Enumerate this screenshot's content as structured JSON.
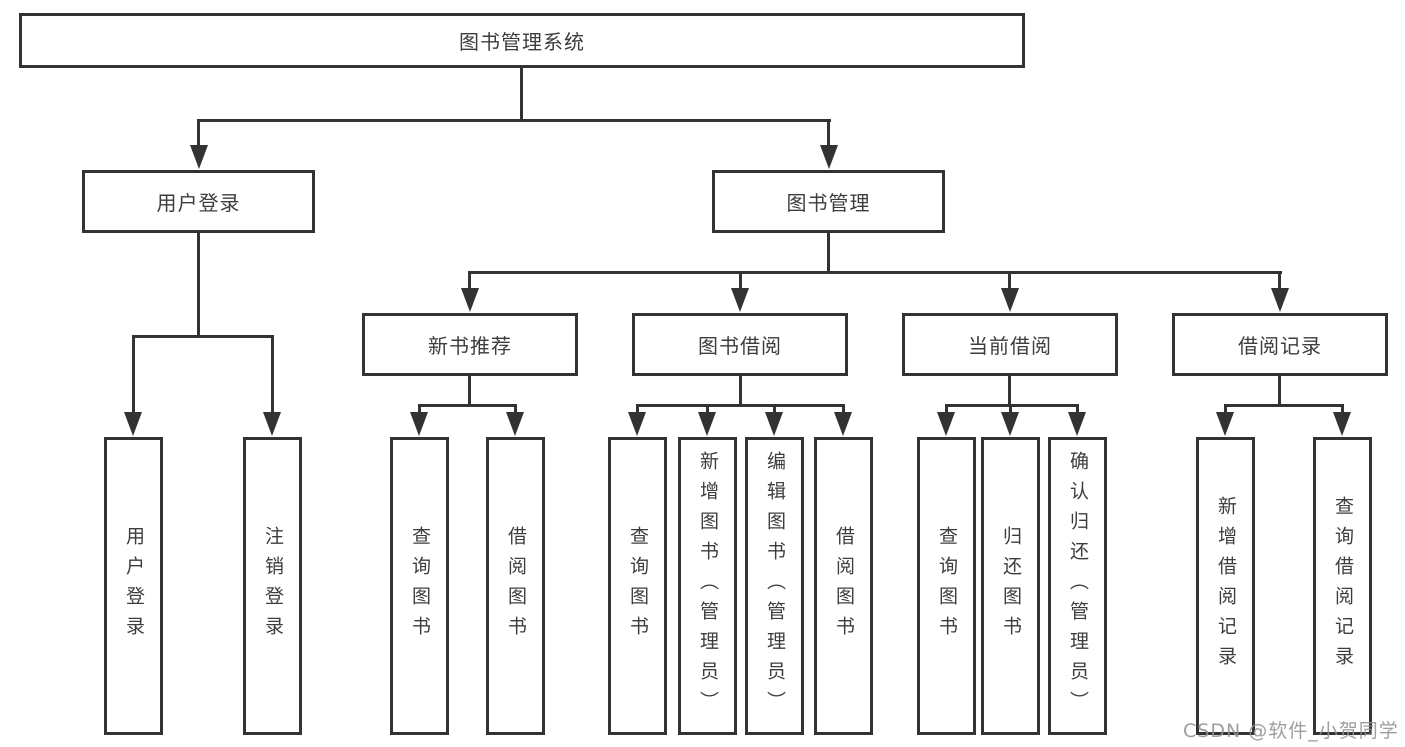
{
  "diagram_title": "图书管理系统",
  "watermark": "CSDN @软件_小贺同学",
  "colors": {
    "line": "#333333",
    "text": "#3d3d3d",
    "background": "#ffffff",
    "watermark": "#919191"
  },
  "tree": {
    "root": "图书管理系统",
    "level2": [
      {
        "label": "用户登录",
        "leaves": [
          "用户登录",
          "注销登录"
        ]
      },
      {
        "label": "图书管理"
      }
    ],
    "level3": [
      {
        "label": "新书推荐",
        "leaves": [
          "查询图书",
          "借阅图书"
        ]
      },
      {
        "label": "图书借阅",
        "leaves": [
          "查询图书",
          "新增图书（管理员）",
          "编辑图书（管理员）",
          "借阅图书"
        ]
      },
      {
        "label": "当前借阅",
        "leaves": [
          "查询图书",
          "归还图书",
          "确认归还（管理员）"
        ]
      },
      {
        "label": "借阅记录",
        "leaves": [
          "新增借阅记录",
          "查询借阅记录"
        ]
      }
    ]
  }
}
